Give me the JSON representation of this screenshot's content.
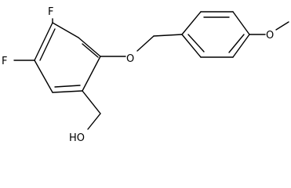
{
  "molecule": {
    "atoms": {
      "fluorine_upper": "F",
      "fluorine_lower": "F",
      "ether_oxygen": "O",
      "methoxy_oxygen": "O",
      "hydroxyl": "HO"
    }
  }
}
